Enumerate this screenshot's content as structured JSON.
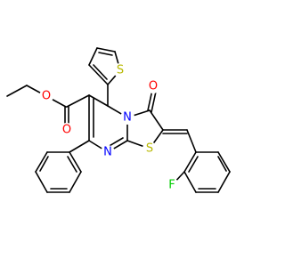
{
  "molecule": {
    "atoms": {
      "O_ester_carbonyl": {
        "label": "O",
        "color": "#ff0000"
      },
      "O_ester_ether": {
        "label": "O",
        "color": "#ff0000"
      },
      "O_ketone": {
        "label": "O",
        "color": "#ff0000"
      },
      "S_thiophene": {
        "label": "S",
        "color": "#b8b800"
      },
      "S_thiazole": {
        "label": "S",
        "color": "#b8b800"
      },
      "N_bridge": {
        "label": "N",
        "color": "#0000ff"
      },
      "N_ring": {
        "label": "N",
        "color": "#0000ff"
      },
      "F": {
        "label": "F",
        "color": "#00cc00"
      }
    }
  }
}
